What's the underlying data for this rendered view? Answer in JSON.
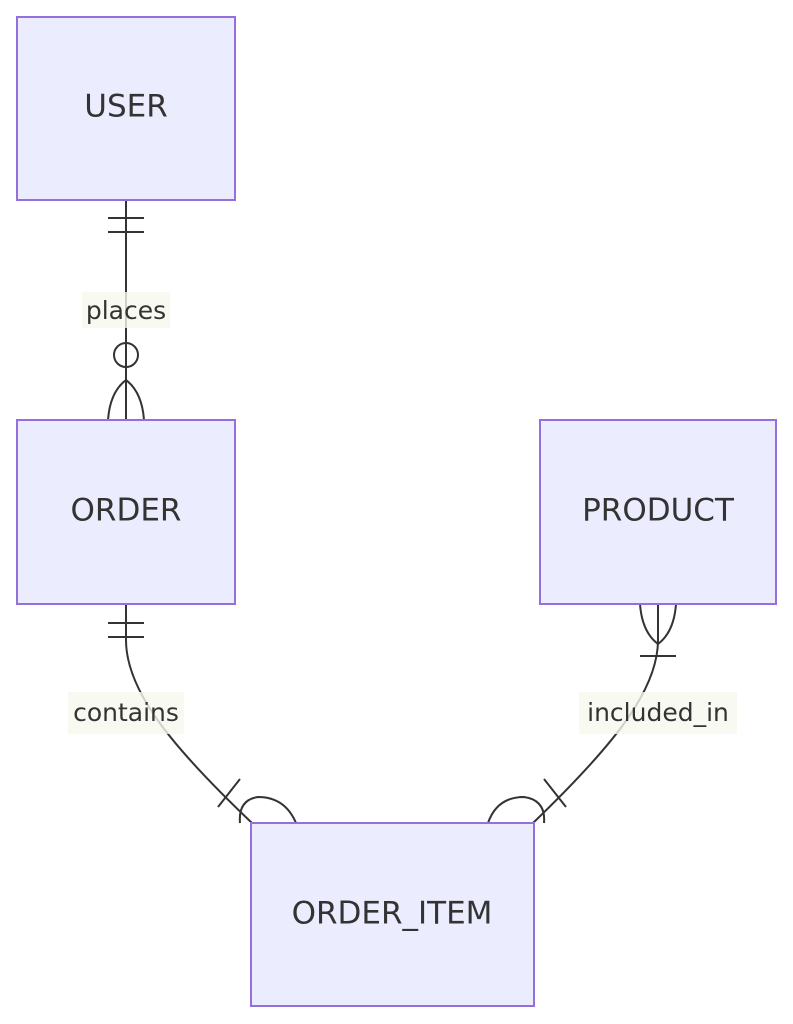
{
  "entities": {
    "user": "USER",
    "order": "ORDER",
    "product": "PRODUCT",
    "order_item": "ORDER_ITEM"
  },
  "relationships": [
    {
      "from": "USER",
      "to": "ORDER",
      "label": "places",
      "from_cardinality": "exactly-one",
      "to_cardinality": "zero-or-more"
    },
    {
      "from": "ORDER",
      "to": "ORDER_ITEM",
      "label": "contains",
      "from_cardinality": "exactly-one",
      "to_cardinality": "one-or-more"
    },
    {
      "from": "PRODUCT",
      "to": "ORDER_ITEM",
      "label": "included_in",
      "from_cardinality": "one-or-more",
      "to_cardinality": "one-or-more"
    }
  ],
  "colors": {
    "entity_fill": "#ececff",
    "entity_stroke": "#9370db",
    "line": "#333333",
    "label_background": "#f6f9ee"
  }
}
